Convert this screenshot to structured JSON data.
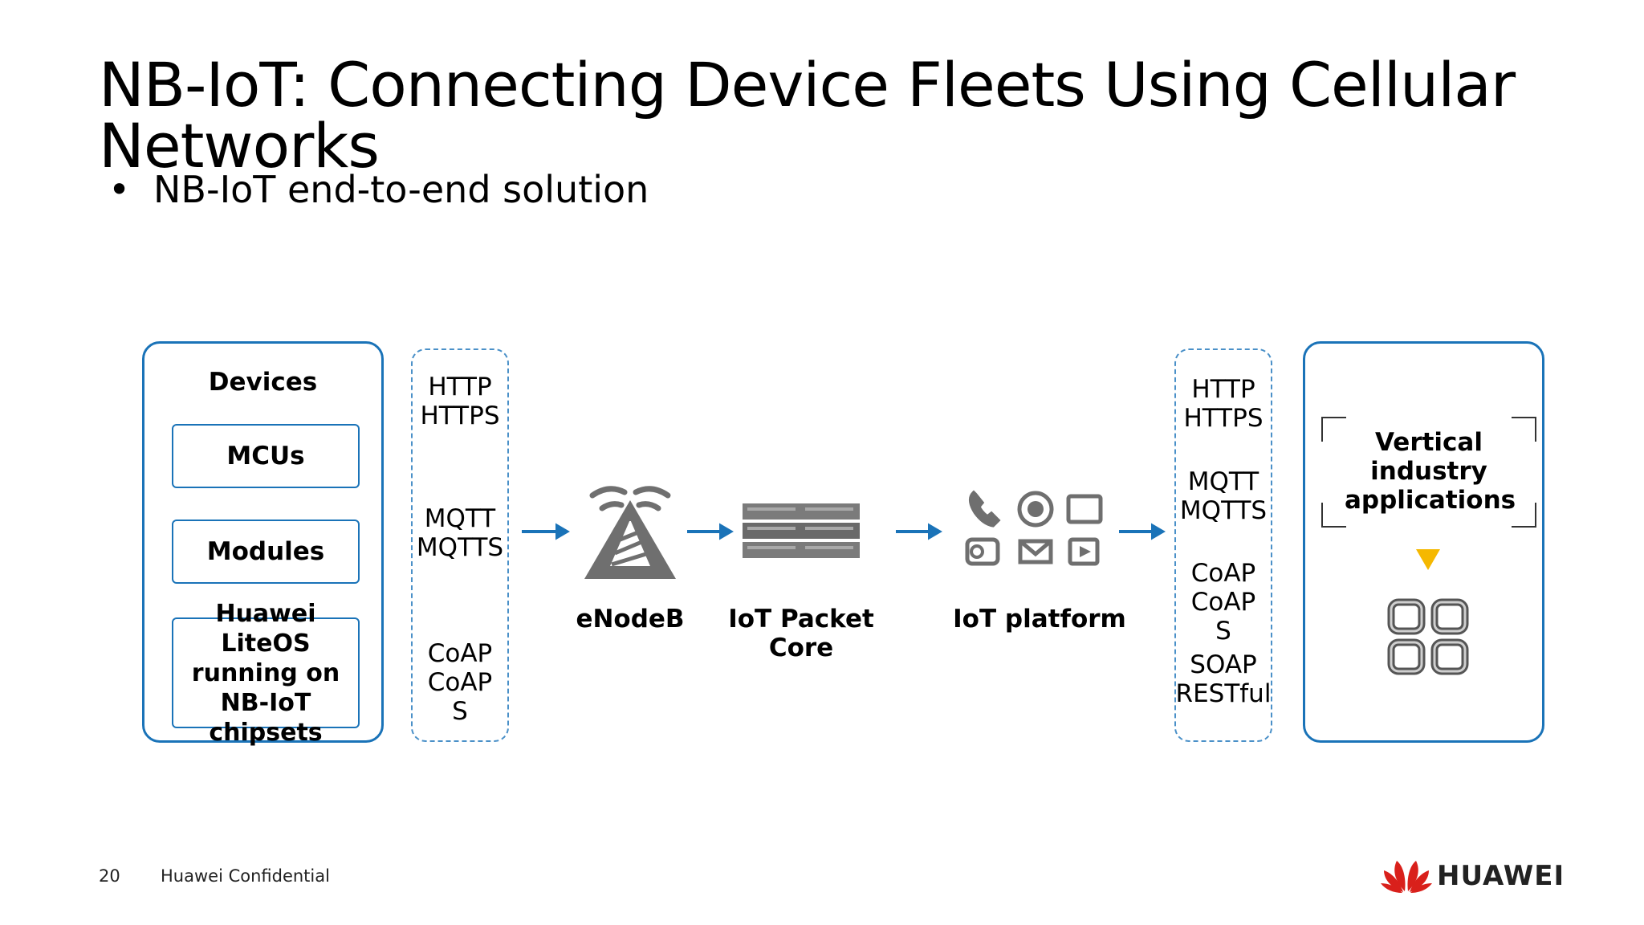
{
  "slide": {
    "title": "NB-IoT: Connecting Device Fleets Using Cellular Networks",
    "bullet": "NB-IoT end-to-end solution",
    "bullet_symbol": "•"
  },
  "devices": {
    "heading": "Devices",
    "items": [
      "MCUs",
      "Modules",
      "Huawei LiteOS running on NB-IoT chipsets"
    ]
  },
  "left_protocols": [
    "HTTP",
    "HTTPS",
    "MQTT",
    "MQTTS",
    "CoAP",
    "CoAP",
    "S"
  ],
  "nodes": {
    "enodeb": "eNodeB",
    "packet_core": "IoT Packet Core",
    "platform": "IoT platform"
  },
  "right_protocols": [
    "HTTP",
    "HTTPS",
    "MQTT",
    "MQTTS",
    "CoAP",
    "CoAP",
    "S",
    "SOAP",
    "RESTful"
  ],
  "vertical": {
    "label": "Vertical industry applications"
  },
  "footer": {
    "page_number": "20",
    "confidential": "Huawei Confidential",
    "brand": "HUAWEI"
  },
  "colors": {
    "panel_border": "#1a73b8",
    "arrow": "#1a73b8",
    "icon_gray": "#6f6f6f",
    "triangle": "#f5b800",
    "brand_red": "#d9201b"
  }
}
